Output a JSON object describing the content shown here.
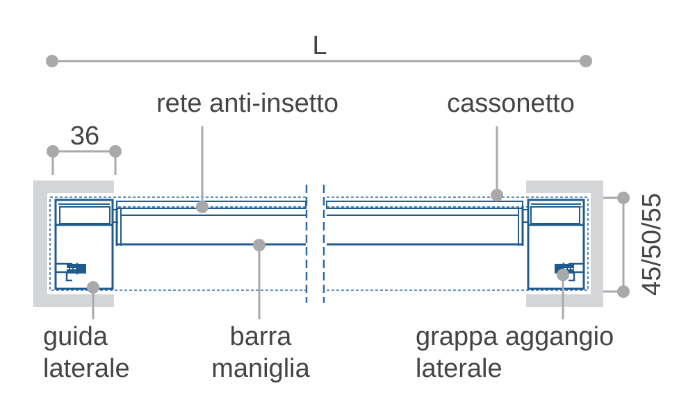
{
  "dimensions": {
    "length": "L",
    "guide_width": "36",
    "height": "45/50/55"
  },
  "labels": {
    "net": "rete anti-insetto",
    "box": "cassonetto",
    "guide": [
      "guida",
      "laterale"
    ],
    "bar": [
      "barra",
      "maniglia"
    ],
    "clip": [
      "grappa aggangio",
      "laterale"
    ]
  },
  "colors": {
    "profile": "#1f5b8e",
    "dashed": "#2e6aa5",
    "wall": "#d4d5d7",
    "leader": "#a9a9ac",
    "text": "#444446"
  }
}
